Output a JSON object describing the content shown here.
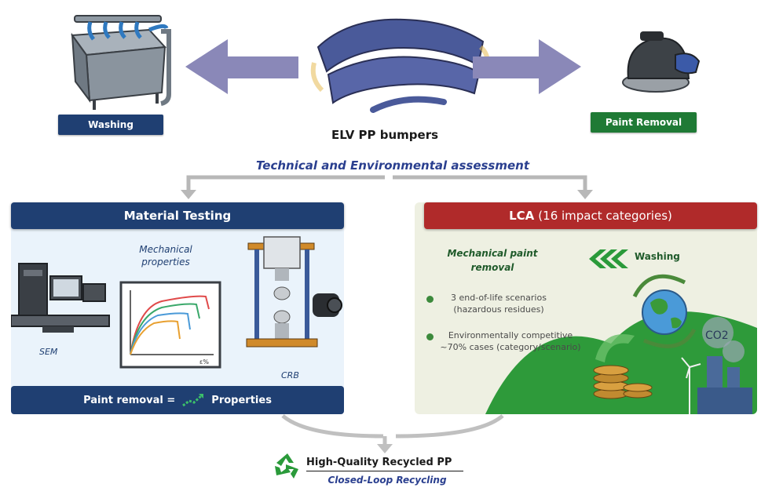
{
  "source": {
    "label": "ELV PP bumpers"
  },
  "processes": {
    "washing": "Washing",
    "paint_removal": "Paint Removal"
  },
  "assessment": {
    "title": "Technical and Environmental assessment"
  },
  "material_testing": {
    "header": "Material Testing",
    "mechanical_properties": "Mechanical properties",
    "sem": "SEM",
    "crb": "CRB",
    "footer_left": "Paint removal =",
    "footer_right": "Properties",
    "chart_axis": "ε%"
  },
  "lca": {
    "header_bold": "LCA",
    "header_rest": "(16 impact categories)",
    "mechanical_paint_removal": "Mechanical paint removal",
    "washing": "Washing",
    "bullet1": "3 end-of-life scenarios (hazardous residues)",
    "bullet2": "Environmentally competitive ~70% cases (category/scenario)",
    "co2": "CO2"
  },
  "outcome": {
    "title": "High-Quality Recycled PP",
    "subtitle": "Closed-Loop Recycling"
  },
  "colors": {
    "navy": "#1f3f72",
    "green": "#1f7a35",
    "red": "#b02a2a",
    "arrow": "#8a88b8"
  }
}
